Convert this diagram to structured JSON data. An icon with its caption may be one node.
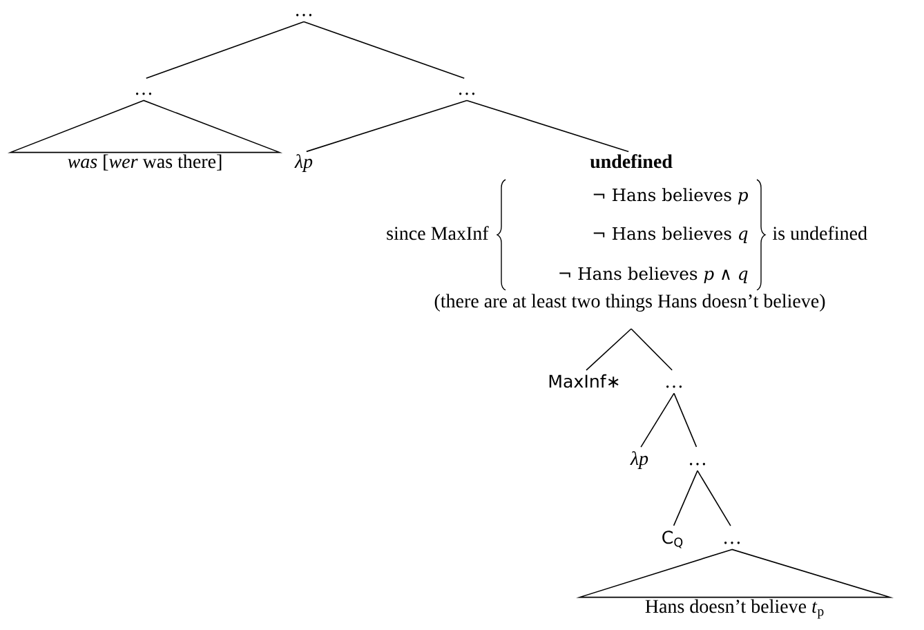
{
  "diagram": {
    "nodes": [
      {
        "text": [
          "…"
        ]
      },
      {
        "text": [
          "…"
        ]
      },
      {
        "text": [
          "…"
        ]
      },
      {
        "text": [
          "*was* [*wer* was there]"
        ]
      },
      {
        "text": [
          "λp"
        ]
      },
      {
        "text": [
          "undefined",
          "since MaxInf",
          "¬ Hans believes *p*",
          "¬ Hans believes *q*",
          "¬ Hans believes *p* ∧ *q*",
          "is undefined",
          "(there are at least two things Hans doesn’t believe)"
        ]
      },
      {
        "text": [
          "MaxInf∗"
        ]
      },
      {
        "text": [
          "…"
        ]
      },
      {
        "text": [
          "λp"
        ]
      },
      {
        "text": [
          "…"
        ]
      },
      {
        "text": [
          "C$_{Q}$"
        ]
      },
      {
        "text": [
          "…"
        ]
      },
      {
        "text": [
          "Hans doesn’t believe *t*$_{p}$"
        ]
      }
    ],
    "edges": [
      {
        "from": 0,
        "to": 1,
        "arrow": "none"
      },
      {
        "from": 0,
        "to": 2,
        "arrow": "none"
      },
      {
        "from": 1,
        "to": 3,
        "arrow": "none"
      },
      {
        "from": 2,
        "to": 4,
        "arrow": "none"
      },
      {
        "from": 2,
        "to": 5,
        "arrow": "none"
      },
      {
        "from": 5,
        "to": 6,
        "arrow": "none"
      },
      {
        "from": 5,
        "to": 7,
        "arrow": "none"
      },
      {
        "from": 7,
        "to": 8,
        "arrow": "none"
      },
      {
        "from": 7,
        "to": 9,
        "arrow": "none"
      },
      {
        "from": 9,
        "to": 10,
        "arrow": "none"
      },
      {
        "from": 9,
        "to": 11,
        "arrow": "none"
      },
      {
        "from": 11,
        "to": 12,
        "arrow": "none"
      }
    ]
  }
}
